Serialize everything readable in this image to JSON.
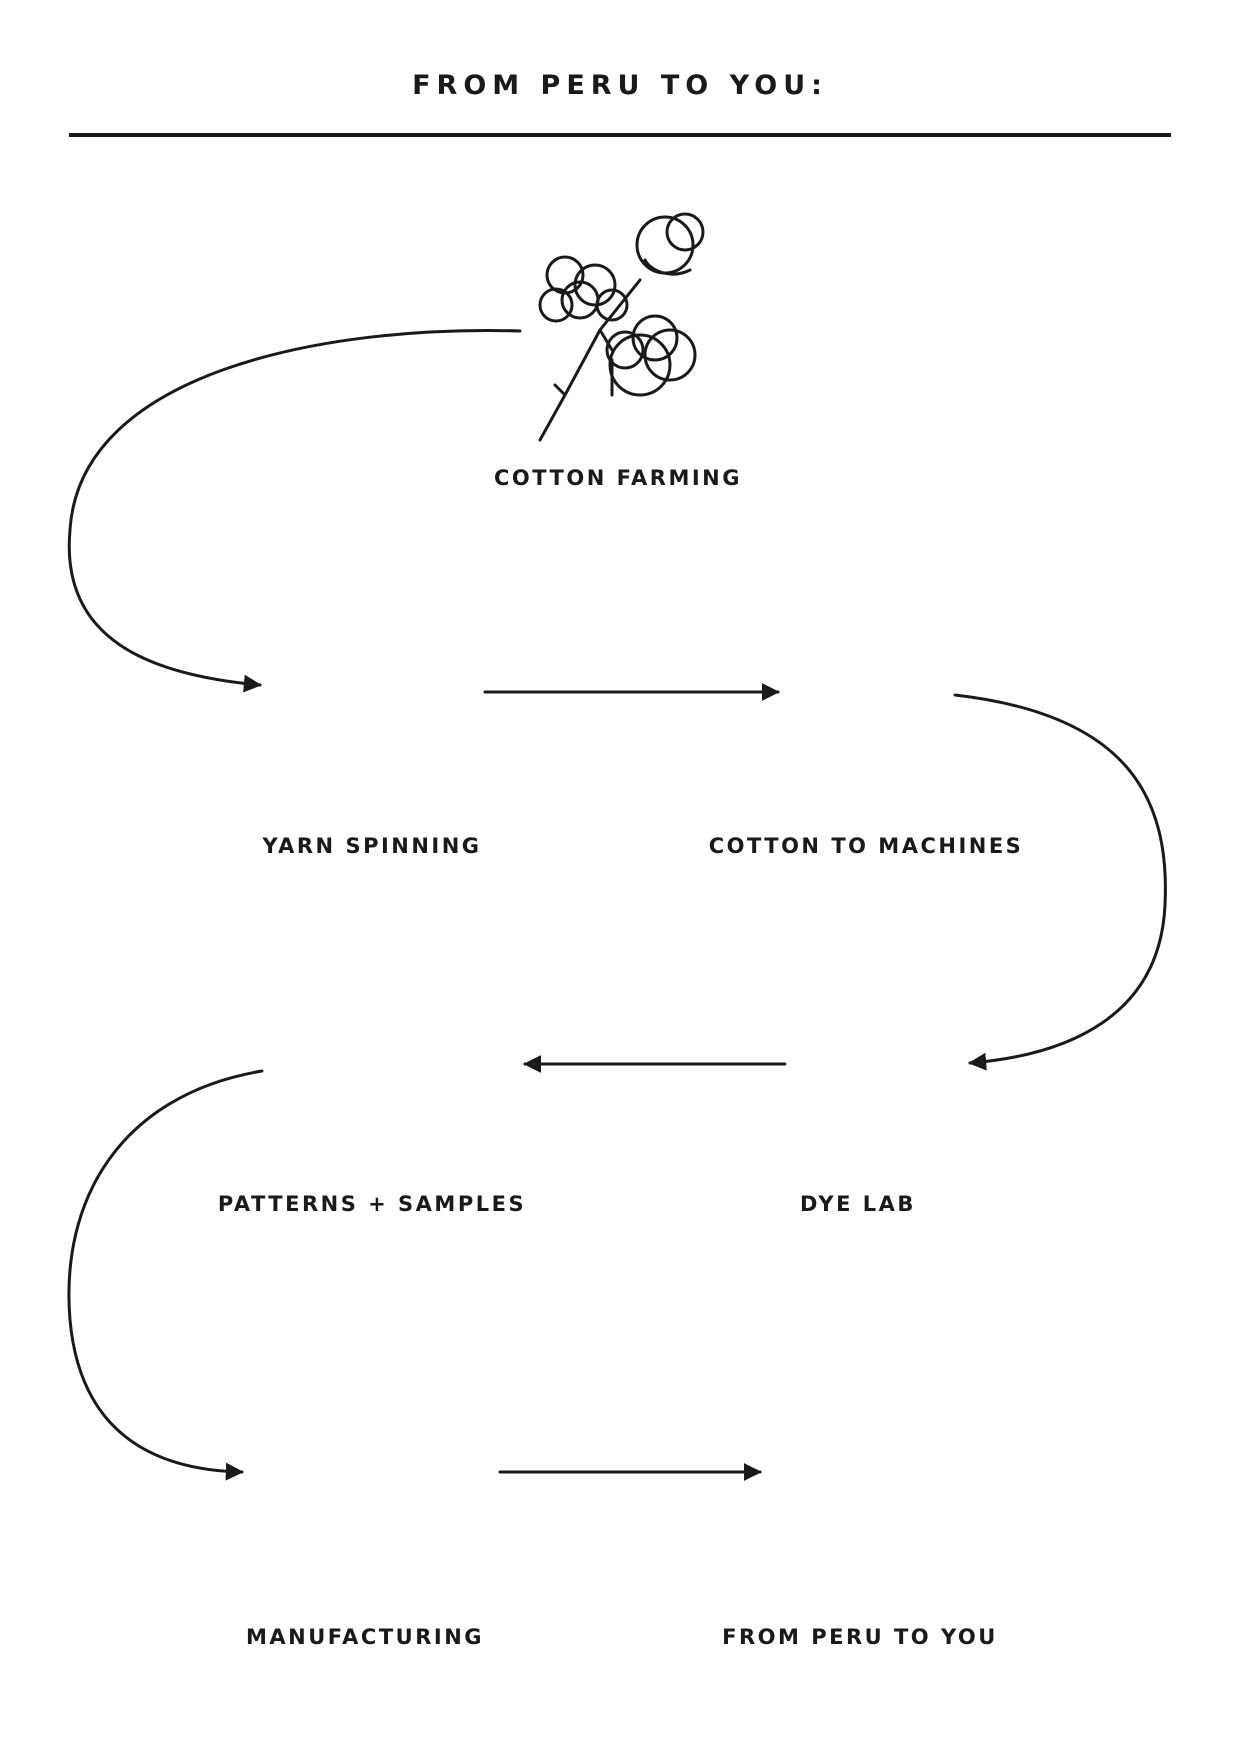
{
  "title": "FROM PERU TO YOU:",
  "steps": [
    {
      "label": "COTTON FARMING",
      "icon": "cotton-plant-icon"
    },
    {
      "label": "YARN SPINNING",
      "icon": "yarn-spools-icon"
    },
    {
      "label": "COTTON TO MACHINES",
      "icon": "yarn-braid-icon"
    },
    {
      "label": "DYE LAB",
      "icon": "flask-dropper-icon"
    },
    {
      "label": "PATTERNS + SAMPLES",
      "icon": "shirt-scissors-icon"
    },
    {
      "label": "MANUFACTURING",
      "icon": "sewing-machine-icon"
    },
    {
      "label": "FROM PERU TO YOU",
      "icon": "shirt-hanger-icon"
    }
  ]
}
